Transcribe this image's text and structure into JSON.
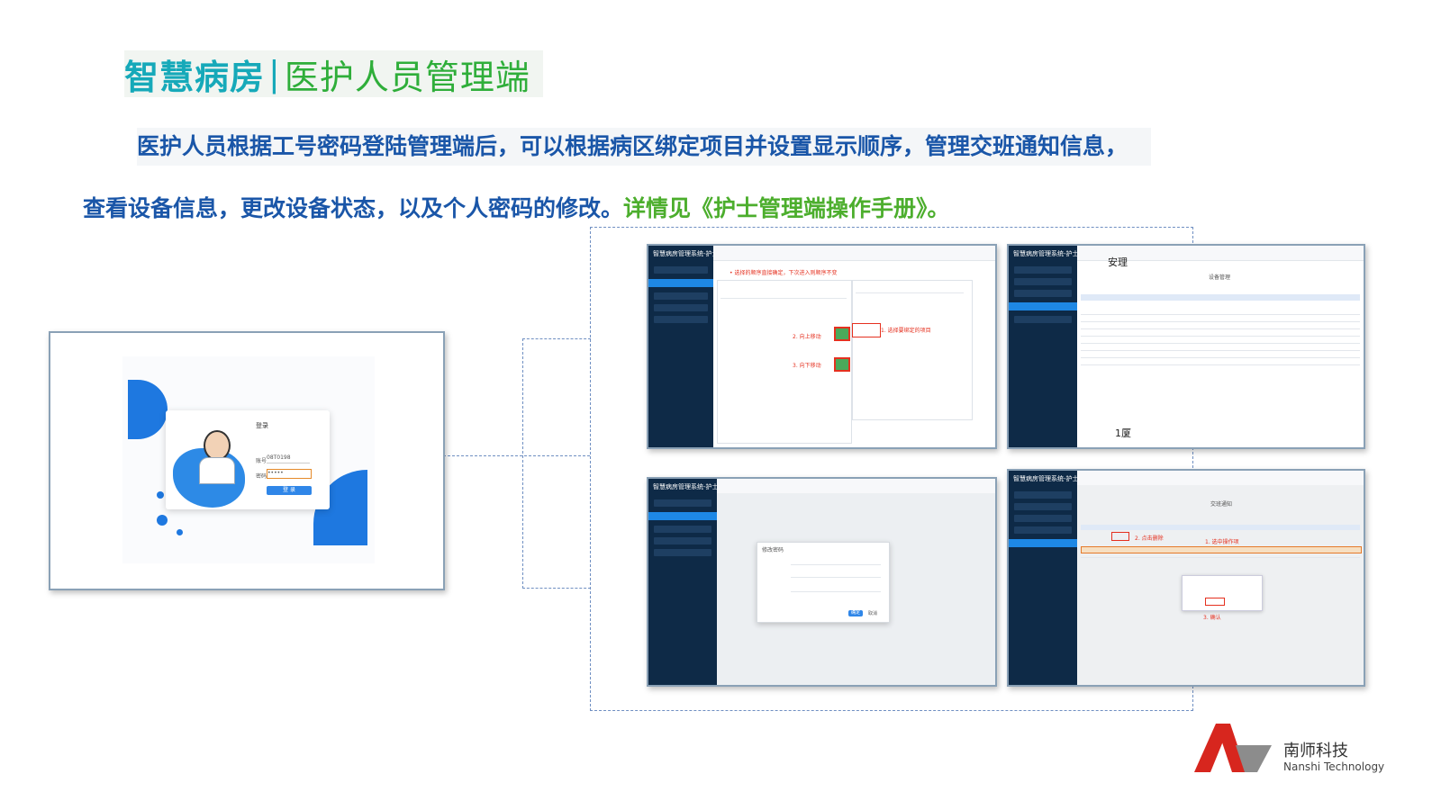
{
  "title": {
    "main": "智慧病房",
    "separator": "|",
    "sub": "医护人员管理端"
  },
  "description": {
    "line1": "医护人员根据工号密码登陆管理端后，可以根据病区绑定项目并设置显示顺序，管理交班通知信息，",
    "line2_main": "查看设备信息，更改设备状态，以及个人密码的修改。",
    "line2_link": "详情见《护士管理端操作手册》。"
  },
  "login_screen": {
    "title": "登录",
    "user_label": "账号",
    "user_value": "08T0198",
    "password_label": "密码",
    "password_value": "•••••",
    "login_button": "登 录"
  },
  "screen_bind": {
    "sidebar_title": "智慧病房管理系统-护士",
    "hint": "1. 选择要绑定的项目",
    "step2": "2. 向上移动",
    "step3": "3. 向下移动",
    "top_note": "• 选择的顺序直接确定，下次进入则顺序不变"
  },
  "screen_device": {
    "sidebar_title": "智慧病房管理系统-护士",
    "header": "安理",
    "page_title": "设备管理",
    "footer": "1厦"
  },
  "screen_password": {
    "sidebar_title": "智慧病房管理系统-护士",
    "dialog_title": "修改密码",
    "confirm": "确定",
    "cancel": "取消"
  },
  "screen_notice": {
    "sidebar_title": "智慧病房管理系统-护士",
    "page_title": "交班通知",
    "step1": "1. 选中操作项",
    "step2": "2. 点击删除",
    "step3": "3. 确认"
  },
  "brand": {
    "name_cn": "南师科技",
    "name_en": "Nanshi Technology",
    "red": "#d7261e",
    "gray": "#8c8c8c"
  }
}
